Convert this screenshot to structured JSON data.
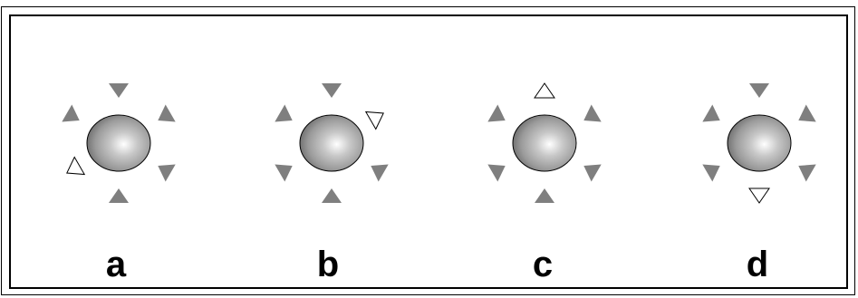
{
  "colors": {
    "filled_arrow": "#7f7f7f",
    "hollow_arrow_fill": "#ffffff",
    "outline": "#000000",
    "sphere_center": "#ffffff",
    "sphere_edge": "#6e6e6e"
  },
  "arrow_directions": [
    "top",
    "upper-right",
    "lower-right",
    "bottom",
    "lower-left",
    "upper-left"
  ],
  "panels": [
    {
      "label": "a",
      "hollow_arrow": "lower-left"
    },
    {
      "label": "b",
      "hollow_arrow": "upper-right"
    },
    {
      "label": "c",
      "hollow_arrow": "top"
    },
    {
      "label": "d",
      "hollow_arrow": "bottom"
    }
  ]
}
